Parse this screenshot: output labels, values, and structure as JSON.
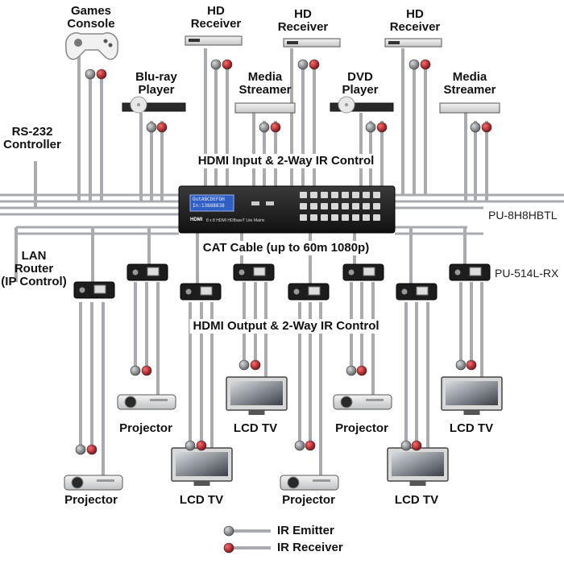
{
  "sources": {
    "games_console": [
      "Games",
      "Console"
    ],
    "hd_receiver": [
      "HD",
      "Receiver"
    ],
    "bluray_player": [
      "Blu-ray",
      "Player"
    ],
    "media_streamer": [
      "Media",
      "Streamer"
    ],
    "dvd_player": [
      "DVD",
      "Player"
    ]
  },
  "controllers": {
    "rs232": [
      "RS-232",
      "Controller"
    ],
    "lan_router": [
      "LAN",
      "Router",
      "(IP Control)"
    ]
  },
  "bands": {
    "input": "HDMI Input & 2-Way IR Control",
    "cat": "CAT Cable (up to 60m 1080p)",
    "output": "HDMI Output & 2-Way IR Control"
  },
  "models": {
    "matrix": "PU-8H8HBTL",
    "receiver": "PU-514L-RX"
  },
  "matrix_panel": {
    "lcd_line1": "OutABCDEFGH",
    "lcd_line2": "In:13888838",
    "brand": "HDMI",
    "caption": "8 x 8 HDMI HDBaseT Lite Matrix"
  },
  "displays": {
    "projector": "Projector",
    "lcd_tv": "LCD TV"
  },
  "legend": {
    "emitter": "IR Emitter",
    "receiver": "IR Receiver"
  },
  "colors": {
    "emitter": "#8a8d90",
    "receiver": "#c0202a",
    "cable": "#a9abae",
    "device": "#1b1b1b"
  }
}
